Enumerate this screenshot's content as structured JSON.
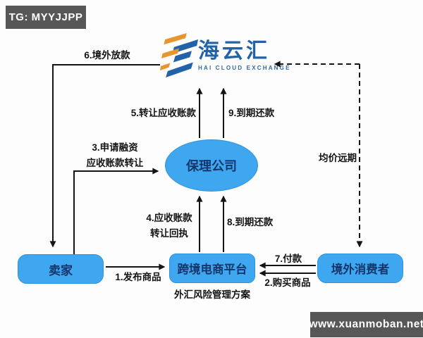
{
  "badges": {
    "telegram": "TG: MYYJJPP",
    "website": "www.xuanmoban.net"
  },
  "logo": {
    "name": "海云汇",
    "subtitle": "HAI CLOUD EXCHANGE"
  },
  "nodes": {
    "seller": "卖家",
    "factoring_company": "保理公司",
    "platform": "跨境电商平台",
    "platform_caption": "外汇风险管理方案",
    "overseas_consumer": "境外消费者"
  },
  "flow_labels": {
    "step1": "1.发布商品",
    "step2": "2.购买商品",
    "step3_line1": "3.申请融资",
    "step3_line2": "应收账款转让",
    "step4_line1": "4.应收账款",
    "step4_line2": "转让回执",
    "step5": "5.转让应收账款",
    "step6": "6.境外放款",
    "step7": "7.付款",
    "step8": "8.到期还款",
    "step9": "9.到期还款",
    "forward_contract": "均价远期"
  },
  "colors": {
    "node_fill": "#3FA7EF",
    "node_border": "#2E93D8",
    "node_text": "#15356B",
    "logo_blue": "#2262A8",
    "logo_orange": "#E8952F",
    "connector": "#141414",
    "badge_background": "#575757",
    "badge_text": "#FFFFFF"
  }
}
